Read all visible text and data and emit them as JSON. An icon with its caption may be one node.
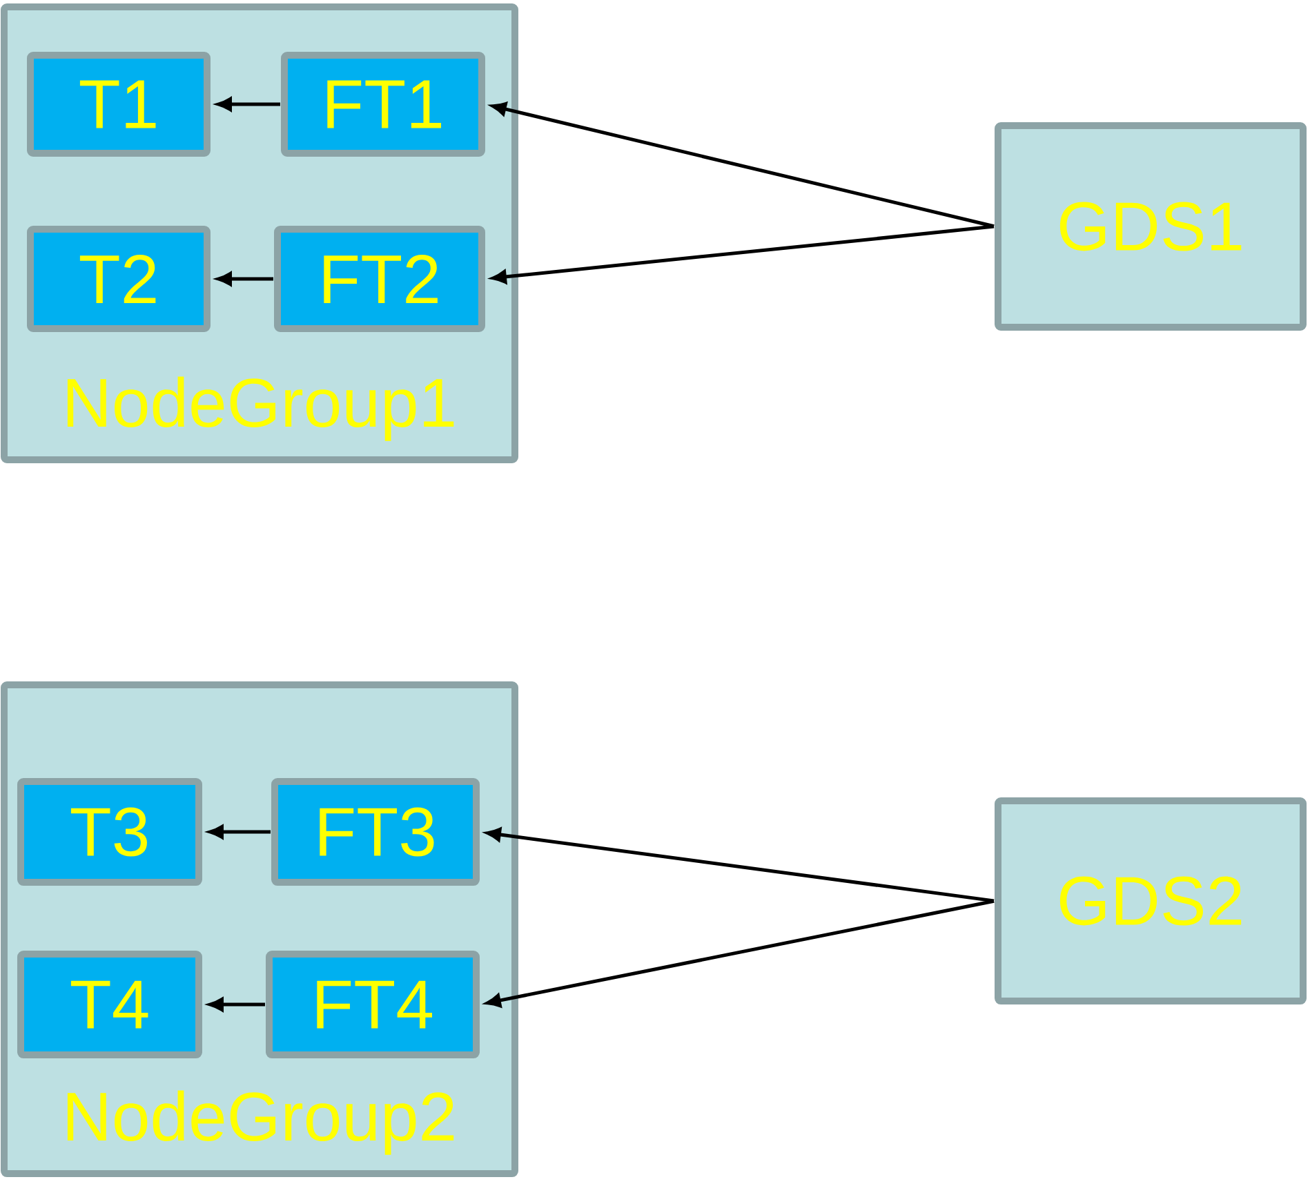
{
  "diagram": {
    "nodes": [
      {
        "text": [
          "NodeGroup1"
        ]
      },
      {
        "text": [
          "T1"
        ],
        "in": 0
      },
      {
        "text": [
          "FT1"
        ],
        "in": 0
      },
      {
        "text": [
          "T2"
        ],
        "in": 0
      },
      {
        "text": [
          "FT2"
        ],
        "in": 0
      },
      {
        "text": [
          "GDS1"
        ]
      },
      {
        "text": [
          "NodeGroup2"
        ]
      },
      {
        "text": [
          "T3"
        ],
        "in": 6
      },
      {
        "text": [
          "FT3"
        ],
        "in": 6
      },
      {
        "text": [
          "T4"
        ],
        "in": 6
      },
      {
        "text": [
          "FT4"
        ],
        "in": 6
      },
      {
        "text": [
          "GDS2"
        ]
      }
    ],
    "edges": [
      {
        "from": 2,
        "to": 1,
        "arrow": "to"
      },
      {
        "from": 4,
        "to": 3,
        "arrow": "to"
      },
      {
        "from": 5,
        "to": 2,
        "arrow": "to"
      },
      {
        "from": 5,
        "to": 4,
        "arrow": "to"
      },
      {
        "from": 8,
        "to": 7,
        "arrow": "to"
      },
      {
        "from": 10,
        "to": 9,
        "arrow": "to"
      },
      {
        "from": 11,
        "to": 8,
        "arrow": "to"
      },
      {
        "from": 11,
        "to": 10,
        "arrow": "to"
      }
    ]
  }
}
